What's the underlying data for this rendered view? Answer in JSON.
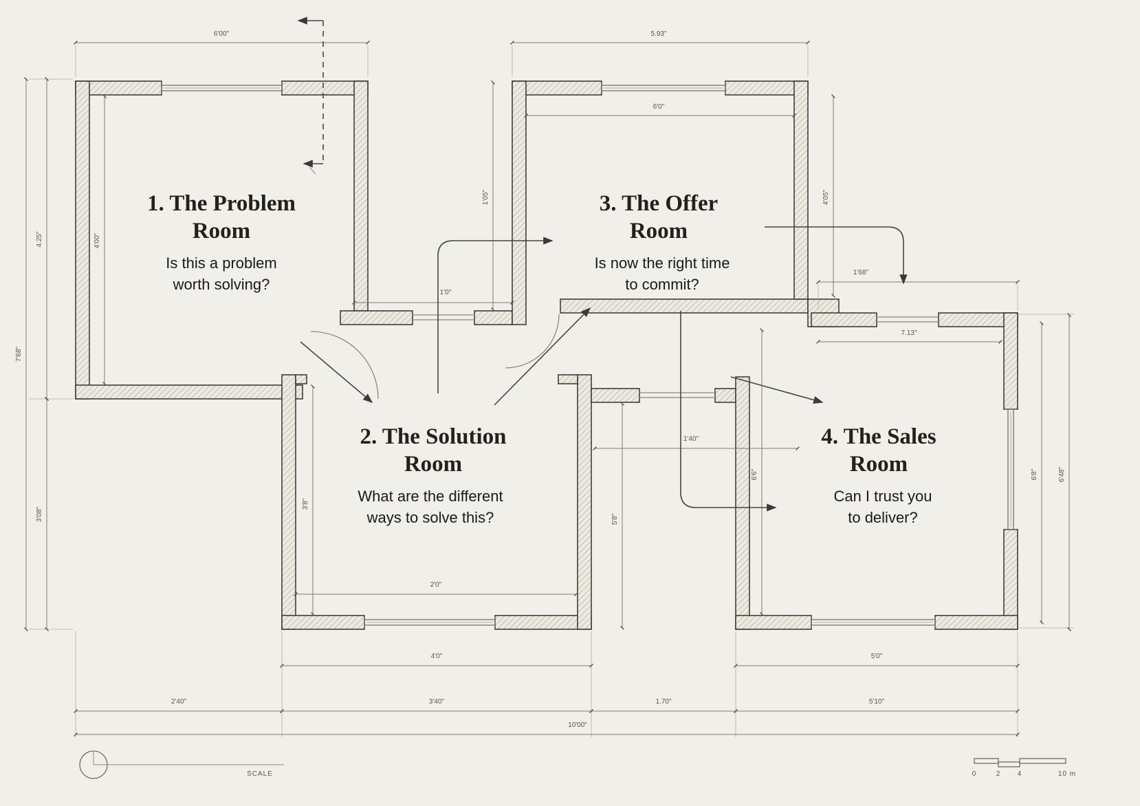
{
  "canvas": {
    "bg": "#f1efe9",
    "wall_line": "#35332e",
    "dim_line": "#7d7b72",
    "accent_text": "#23211c"
  },
  "rooms": [
    {
      "number": "1",
      "title_top": "1. The Problem",
      "title_bottom": "Room",
      "question_top": "Is this a problem",
      "question_bottom": "worth solving?"
    },
    {
      "number": "2",
      "title_top": "2. The Solution",
      "title_bottom": "Room",
      "question_top": "What are the different",
      "question_bottom": "ways to solve this?"
    },
    {
      "number": "3",
      "title_top": "3. The Offer",
      "title_bottom": "Room",
      "question_top": "Is now the right time",
      "question_bottom": "to commit?"
    },
    {
      "number": "4",
      "title_top": "4. The Sales",
      "title_bottom": "Room",
      "question_top": "Can I trust you",
      "question_bottom": "to deliver?"
    }
  ],
  "dim_labels": {
    "room1_width": "6'00\"",
    "room3_width": "5.93\"",
    "room3_inner_width": "6'0\"",
    "left_overall": "7'68\"",
    "left_upper": "4.25\"",
    "left_lower": "3'08\"",
    "room1_inner_height": "4'00\"",
    "room3_left_height": "1'05\"",
    "room3_right_height": "4'05\"",
    "gap_rooms_1_3": "1'0\"",
    "room4_top": "1'68\"",
    "room4_inner_top": "7.13\"",
    "room4_inner_left": "6'6\"",
    "room4_right_inner": "6'8\"",
    "room4_right_outer": "6'48\"",
    "room2_left_inner": "3'8\"",
    "corridor_height": "5'8\"",
    "corridor_width": "1'40\"",
    "room2_inner_bottom": "2'0\"",
    "room2_width": "4'0\"",
    "room4_width": "5'0\"",
    "bottom_seg1": "2'40\"",
    "bottom_seg2": "3'40\"",
    "bottom_seg3": "1.70\"",
    "bottom_seg4": "5'10\"",
    "overall_width": "10'00\""
  },
  "scale": {
    "label": "SCALE",
    "ticks": [
      "0",
      "2",
      "4",
      "10 m"
    ]
  }
}
